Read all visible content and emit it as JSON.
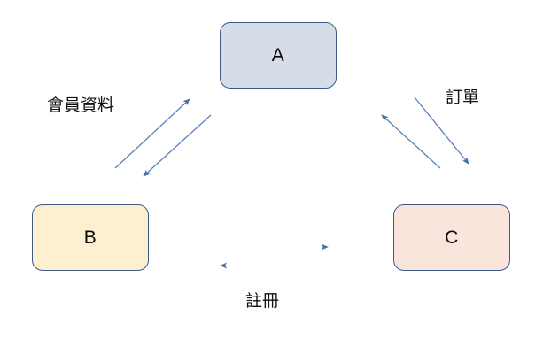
{
  "diagram": {
    "title": "Three-node bidirectional interaction diagram",
    "background_color": "#ffffff",
    "nodes": [
      {
        "id": "A",
        "label": "A",
        "fill": "#d6dce8",
        "border": "#3d5a86",
        "position": "top-center"
      },
      {
        "id": "B",
        "label": "B",
        "fill": "#fdf0d1",
        "border": "#3d5a86",
        "position": "bottom-left"
      },
      {
        "id": "C",
        "label": "C",
        "fill": "#fae5dc",
        "border": "#3d5a86",
        "position": "bottom-right"
      }
    ],
    "edge_color": "#4472a8",
    "edges": [
      {
        "id": "b-a",
        "label": "會員資料",
        "from": "B",
        "to": "A",
        "direction": "bidirectional",
        "side": "left"
      },
      {
        "id": "a-c",
        "label": "訂單",
        "from": "A",
        "to": "C",
        "direction": "bidirectional",
        "side": "right"
      },
      {
        "id": "b-c",
        "label": "註冊",
        "from": "B",
        "to": "C",
        "direction": "bidirectional",
        "side": "bottom"
      }
    ]
  }
}
